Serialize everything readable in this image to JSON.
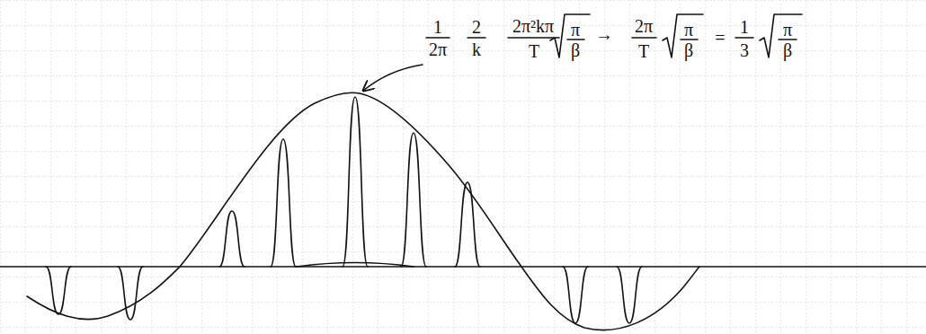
{
  "diagram": {
    "labels": [
      "1",
      "2π",
      "2",
      "k",
      "2π²kπ",
      "T",
      "π",
      "β",
      "→",
      "2π",
      "T",
      "π",
      "β",
      "=",
      "1",
      "3",
      "π",
      "β"
    ]
  }
}
